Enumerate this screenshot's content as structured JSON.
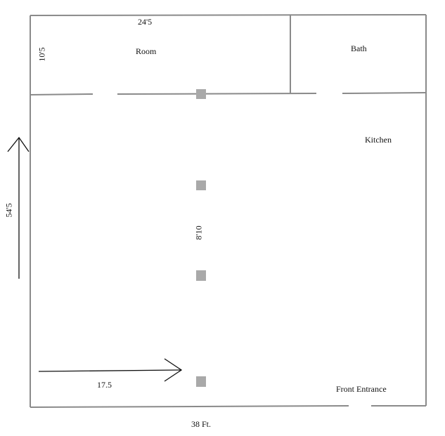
{
  "rooms": {
    "room": "Room",
    "bath": "Bath",
    "kitchen": "Kitchen",
    "front_entrance": "Front Entrance"
  },
  "dimensions": {
    "room_width": "24'5",
    "room_depth": "10'5",
    "total_length": "54'5",
    "column_spacing": "8'10",
    "arrow_distance": "17.5",
    "total_width": "38 Ft."
  },
  "colors": {
    "wall": "#8a8a8a",
    "column": "#a9a9a9",
    "arrow": "#111111"
  }
}
